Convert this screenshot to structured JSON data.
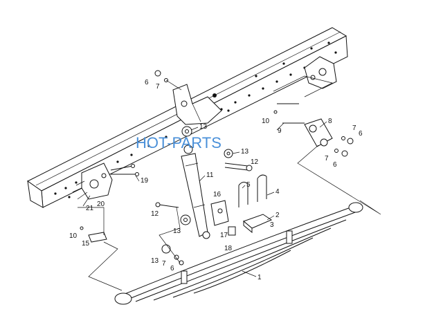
{
  "watermark": "HOT-PARTS",
  "callouts": [
    {
      "id": "c1",
      "text": "1"
    },
    {
      "id": "c2",
      "text": "2"
    },
    {
      "id": "c3",
      "text": "3"
    },
    {
      "id": "c4",
      "text": "4"
    },
    {
      "id": "c5",
      "text": "5"
    },
    {
      "id": "c6a",
      "text": "6"
    },
    {
      "id": "c6b",
      "text": "6"
    },
    {
      "id": "c6c",
      "text": "6"
    },
    {
      "id": "c6d",
      "text": "6"
    },
    {
      "id": "c7a",
      "text": "7"
    },
    {
      "id": "c7b",
      "text": "7"
    },
    {
      "id": "c7c",
      "text": "7"
    },
    {
      "id": "c7d",
      "text": "7"
    },
    {
      "id": "c8",
      "text": "8"
    },
    {
      "id": "c9",
      "text": "9"
    },
    {
      "id": "c10a",
      "text": "10"
    },
    {
      "id": "c10b",
      "text": "10"
    },
    {
      "id": "c11",
      "text": "11"
    },
    {
      "id": "c12a",
      "text": "12"
    },
    {
      "id": "c12b",
      "text": "12"
    },
    {
      "id": "c13a",
      "text": "13"
    },
    {
      "id": "c13b",
      "text": "13"
    },
    {
      "id": "c13c",
      "text": "13"
    },
    {
      "id": "c13d",
      "text": "13"
    },
    {
      "id": "c15",
      "text": "15"
    },
    {
      "id": "c16",
      "text": "16"
    },
    {
      "id": "c17",
      "text": "17"
    },
    {
      "id": "c18",
      "text": "18"
    },
    {
      "id": "c19",
      "text": "19"
    },
    {
      "id": "c20",
      "text": "20"
    },
    {
      "id": "c21",
      "text": "21"
    }
  ]
}
